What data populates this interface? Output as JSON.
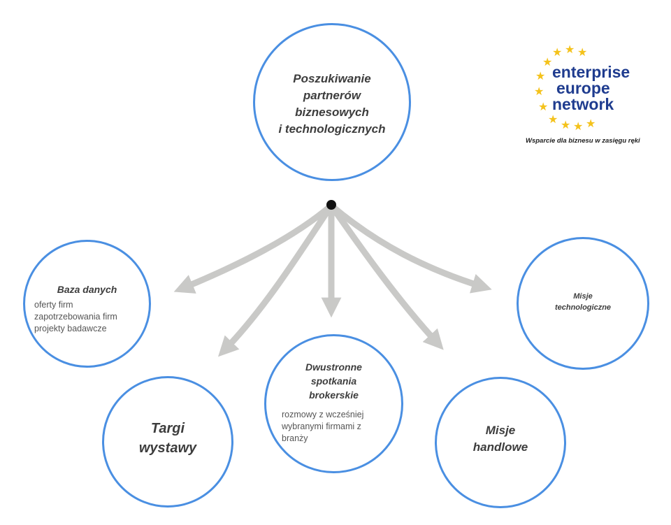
{
  "center": {
    "lines": [
      "Poszukiwanie",
      "partnerów",
      "biznesowych",
      "i technologicznych"
    ]
  },
  "nodes": {
    "baza": {
      "title": "Baza danych",
      "items": [
        "oferty firm",
        "zapotrzebowania firm",
        "projekty badawcze"
      ]
    },
    "targi": {
      "lines": [
        "Targi",
        "wystawy"
      ]
    },
    "dwustronne": {
      "lines": [
        "Dwustronne",
        "spotkania",
        "brokerskie"
      ],
      "desc": [
        "rozmowy z wcześniej",
        "wybranymi firmami z",
        "branży"
      ]
    },
    "handlowe": {
      "lines": [
        "Misje",
        "handlowe"
      ]
    },
    "techno": {
      "lines": [
        "Misje",
        "technologiczne"
      ]
    }
  },
  "logo": {
    "words": [
      "enterprise",
      "europe",
      "network"
    ],
    "tagline": "Wsparcie dla biznesu w zasięgu ręki"
  },
  "colors": {
    "circle_border": "#4a8fe2",
    "arrow": "#c9c9c7",
    "logo_text": "#1f3c8f",
    "logo_star": "#f4c21b"
  }
}
